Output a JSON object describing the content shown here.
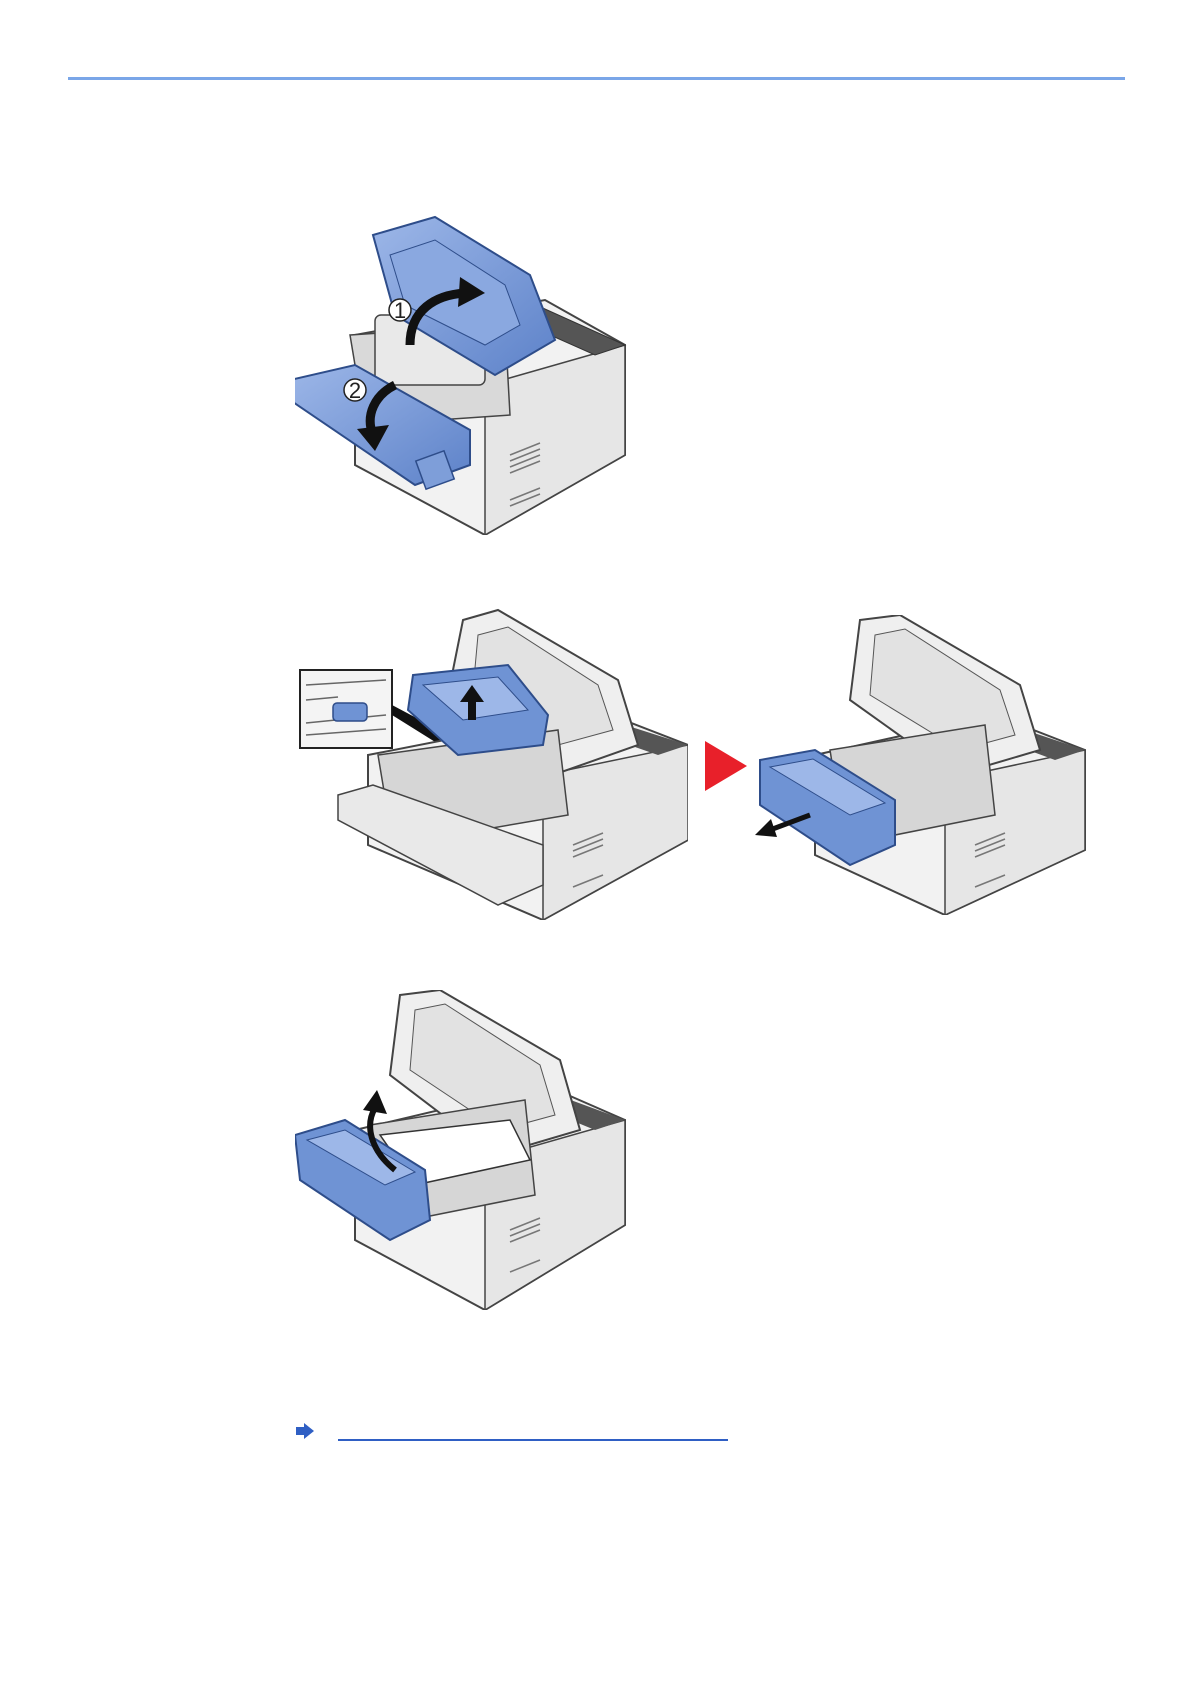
{
  "page": {
    "header_rule_color": "#7aa6e8",
    "figures": [
      {
        "name": "open-top-and-front-cover",
        "callouts": [
          "1",
          "2"
        ]
      },
      {
        "name": "lift-and-remove-developer-unit",
        "callouts": []
      },
      {
        "name": "remove-jammed-paper",
        "callouts": []
      }
    ],
    "step_arrow_color": "#e8202a",
    "accent_blue": "#6f93d4",
    "reference": {
      "icon": "arrow-right-icon",
      "link_text": "",
      "color": "#2f5fc4"
    }
  }
}
